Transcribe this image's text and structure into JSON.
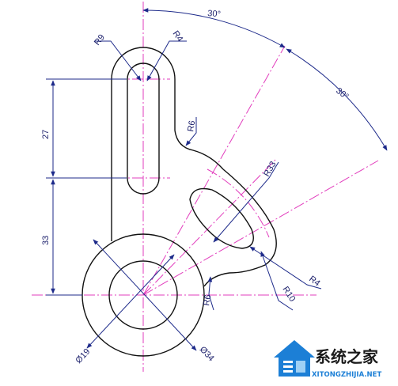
{
  "colors": {
    "outline": "#111111",
    "dimension": "#1d2a8a",
    "center_line": "#e23dbd",
    "background": "#ffffff",
    "watermark_blue": "#1c7fd6"
  },
  "dimensions": {
    "angle_top": "30°",
    "angle_right": "30°",
    "r9": "R9",
    "r4_top": "R4",
    "r6_upper": "R6",
    "r33": "R33",
    "r4_lower": "R4",
    "r10": "R10",
    "r6_lower": "R6",
    "len_27": "27",
    "len_33": "33",
    "dia_19": "Ø19",
    "dia_34": "Ø34"
  },
  "watermark": {
    "title": "系统之家",
    "subtitle": "XITONGZHIJIA.NET"
  }
}
